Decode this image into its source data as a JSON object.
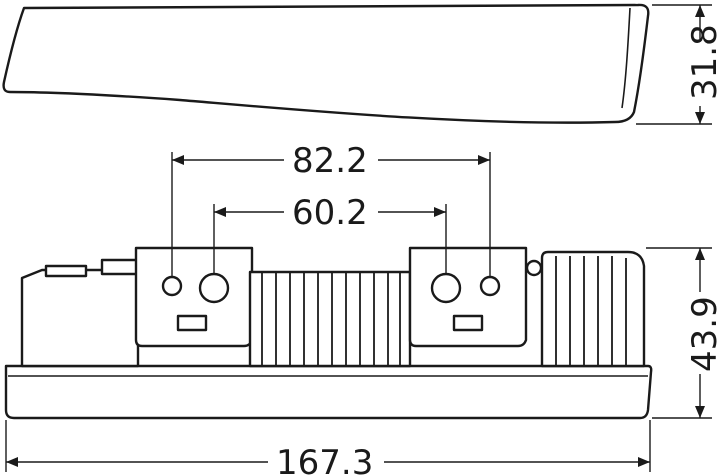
{
  "dimensions": {
    "height_top_view": "31.8",
    "height_side_view": "43.9",
    "overall_length": "167.3",
    "outer_hole_spacing": "82.2",
    "inner_hole_spacing": "60.2"
  }
}
